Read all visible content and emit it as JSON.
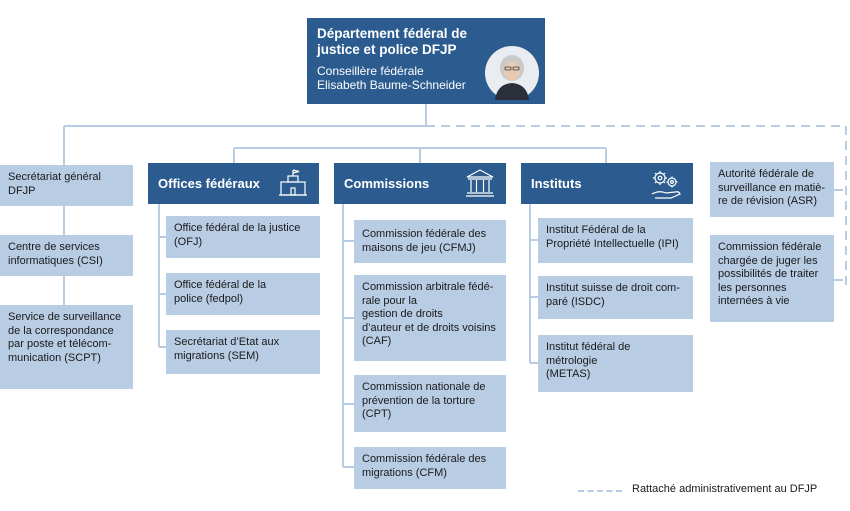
{
  "department": {
    "title": "Département fédéral de\njustice et police DFJP",
    "role": "Conseillère fédérale",
    "name": "Elisabeth Baume-Schneider"
  },
  "secretariat": [
    "Secrétariat général\nDFJP",
    "Centre de services\ninformatiques (CSI)",
    "Service de surveillance\nde la correspondance\npar poste et télécom-\nmunication (SCPT)"
  ],
  "offices": {
    "header": "Offices fédéraux",
    "items": [
      "Office fédéral de la justice\n(OFJ)",
      "Office fédéral de la\npolice (fedpol)",
      "Secrétariat d’Etat aux\nmigrations (SEM)"
    ]
  },
  "commissions": {
    "header": "Commissions",
    "items": [
      "Commission fédérale des\nmaisons de jeu (CFMJ)",
      "Commission arbitrale fédé-\nrale pour la\ngestion de droits\nd’auteur et de droits voisins\n(CAF)",
      "Commission nationale de\nprévention de la torture\n(CPT)",
      "Commission fédérale des\nmigrations (CFM)"
    ]
  },
  "instituts": {
    "header": "Instituts",
    "items": [
      "Institut Fédéral de la\nPropriété Intellectuelle (IPI)",
      "Institut suisse de droit com-\nparé (ISDC)",
      "Institut fédéral de\nmétrologie\n(METAS)"
    ]
  },
  "attached": [
    "Autorité fédérale de\nsurveillance en matiè-\nre de révision (ASR)",
    "Commission fédérale\nchargée de juger les\npossibilités de traiter\nles personnes\ninternées à vie"
  ],
  "legend": "Rattaché administrativement au DFJP",
  "icons": {
    "offices": "government-building-icon",
    "commissions": "courthouse-columns-icon",
    "instituts": "gears-in-hand-icon"
  },
  "colors": {
    "header": "#2c5c8f",
    "box": "#b8cce4",
    "connector": "#b8cce4"
  }
}
